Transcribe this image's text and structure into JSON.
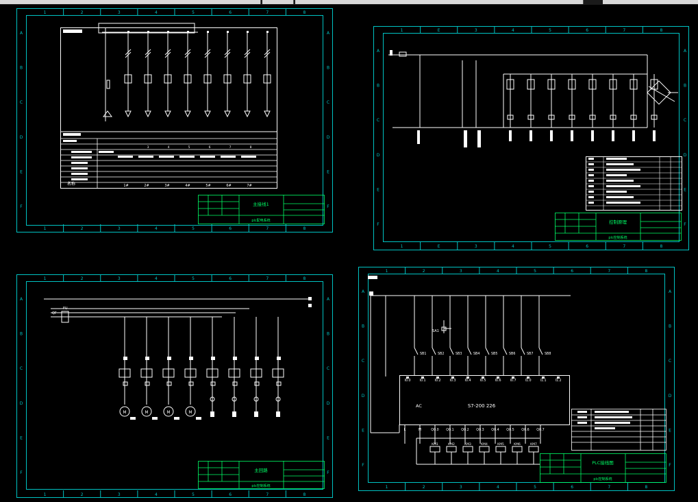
{
  "colors": {
    "border": "#00c4c4",
    "line": "#ffffff",
    "background": "#000000",
    "title_block": "#00ff66"
  },
  "grid_columns_8": [
    "1",
    "2",
    "3",
    "4",
    "5",
    "6",
    "7",
    "8"
  ],
  "grid_columns_alt": [
    "1",
    "E",
    "3",
    "4",
    "5",
    "6",
    "7",
    "8"
  ],
  "grid_rows": [
    "A",
    "B",
    "C",
    "D",
    "E",
    "F"
  ],
  "sheets": {
    "top_left": {
      "title": "主接线1",
      "footer": "plc配电系统",
      "feeder_codes": [
        "3",
        "4",
        "5",
        "6",
        "7",
        "8"
      ],
      "load_labels": [
        "1#",
        "2#",
        "3#",
        "4#",
        "5#",
        "6#",
        "7#"
      ],
      "row_label": "名称"
    },
    "top_right": {
      "title": "控制原理",
      "footer": "plc控制系统"
    },
    "bottom_left": {
      "title": "主回路",
      "footer": "plc控制系统",
      "bus_labels": [
        "QF",
        "FU"
      ]
    },
    "bottom_right": {
      "title": "PLC接线图",
      "footer": "plc控制系统",
      "plc_model": "S7-200 226",
      "left_tag": "AC",
      "inputs": [
        "I0.0",
        "I0.1",
        "I0.2",
        "I0.3",
        "I0.4",
        "I0.5",
        "I0.6",
        "I0.7",
        "I1.0",
        "I1.1",
        "I1.2"
      ],
      "outputs": [
        "L",
        "M",
        "Q0.0",
        "Q0.1",
        "Q0.2",
        "Q0.3",
        "Q0.4",
        "Q0.5",
        "Q0.6",
        "Q0.7"
      ],
      "switches": [
        "SB1",
        "SB2",
        "SB3",
        "SB4",
        "SB5",
        "SB6",
        "SB7",
        "SB8"
      ],
      "coils": [
        "KM1",
        "KM2",
        "KM3",
        "KM4",
        "KM5",
        "KM6",
        "KM7"
      ],
      "remote_tag": "SA1"
    }
  }
}
